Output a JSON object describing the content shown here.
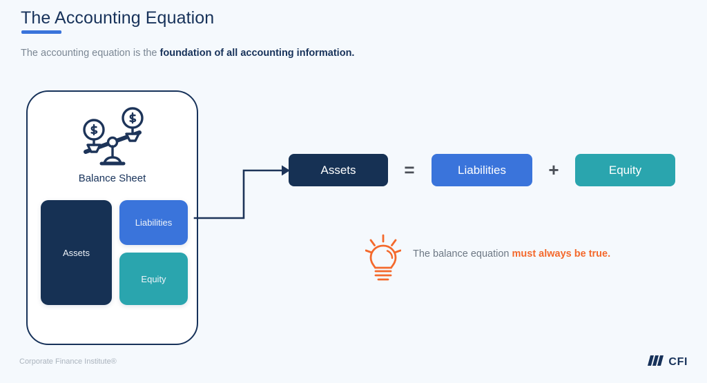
{
  "header": {
    "title": "The Accounting Equation",
    "subtitle_lead": "The accounting equation is the ",
    "subtitle_bold": "foundation of all accounting information.",
    "accent_color": "#3a74db",
    "title_color": "#17325a"
  },
  "balance_sheet_card": {
    "icon": "balance-scale-icon",
    "label": "Balance Sheet",
    "blocks": [
      {
        "label": "Assets",
        "color": "#163154"
      },
      {
        "label": "Liabilities",
        "color": "#3a74db"
      },
      {
        "label": "Equity",
        "color": "#2aa5ae"
      }
    ]
  },
  "equation": {
    "assets": {
      "label": "Assets",
      "color": "#163154"
    },
    "equals": "=",
    "liabilities": {
      "label": "Liabilities",
      "color": "#3a74db"
    },
    "plus": "+",
    "equity": {
      "label": "Equity",
      "color": "#2aa5ae"
    }
  },
  "callout": {
    "icon": "lightbulb-icon",
    "text_lead": "The balance equation ",
    "text_highlight": "must always be true.",
    "highlight_color": "#f4692c"
  },
  "footer": {
    "brand": "Corporate Finance Institute®",
    "logo_text": "CFI",
    "logo_mark": "cfi-bars-icon"
  }
}
